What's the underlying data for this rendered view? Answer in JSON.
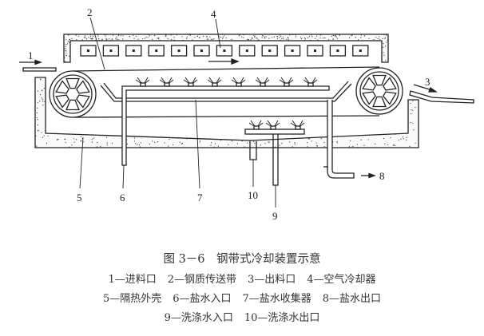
{
  "diagram": {
    "labels": {
      "n1": "1",
      "n2": "2",
      "n3": "3",
      "n4": "4",
      "n5": "5",
      "n6": "6",
      "n7": "7",
      "n8": "8",
      "n9": "9",
      "n10": "10"
    }
  },
  "caption": {
    "title": "图 3－6　钢带式冷却装置示意",
    "legend": [
      "1—进料口",
      "2—钢质传送带",
      "3—出料口",
      "4—空气冷却器",
      "5—隔热外壳",
      "6—盐水入口",
      "7—盐水收集器",
      "8—盐水出口",
      "9—洗涤水入口",
      "10—洗涤水出口"
    ]
  }
}
